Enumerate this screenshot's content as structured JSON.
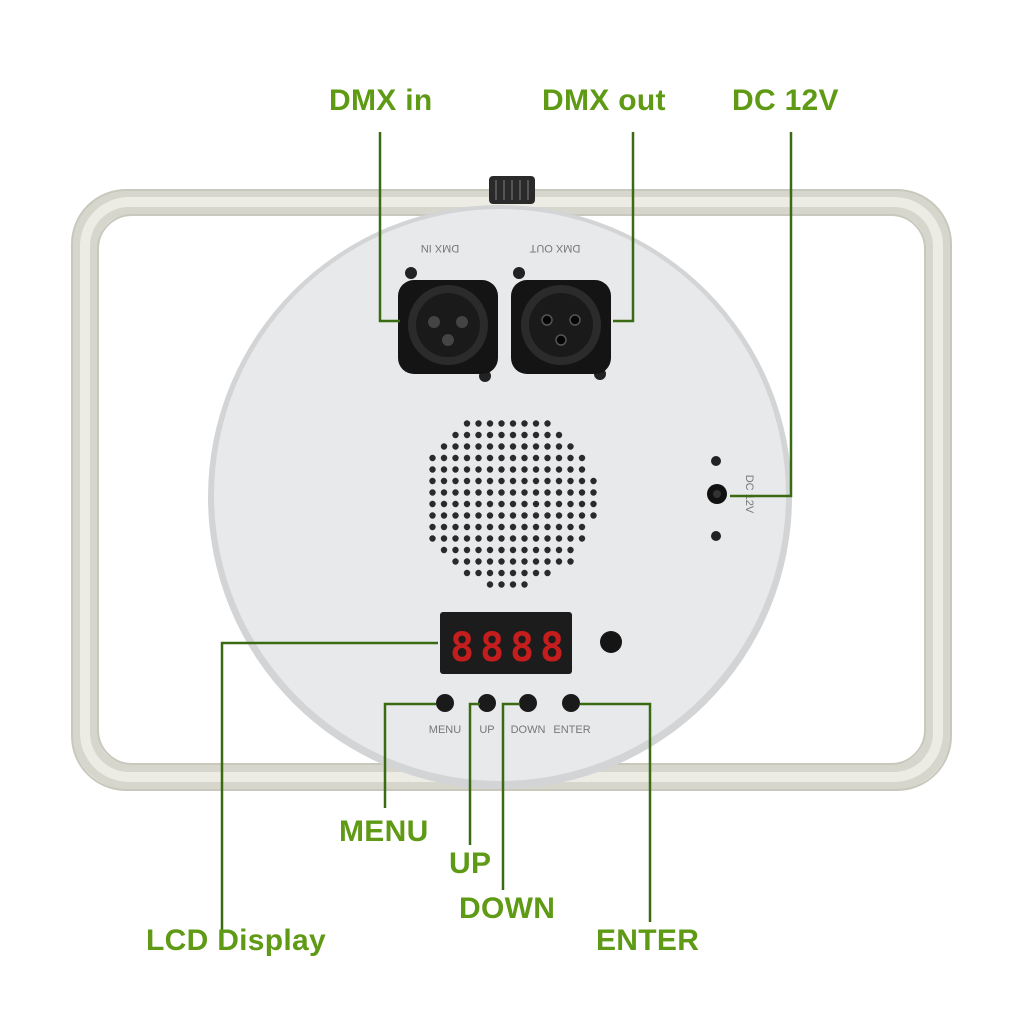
{
  "colors": {
    "callout_text": "#5e9a14",
    "callout_line": "#3a6a12",
    "frame": "#dcdcd2",
    "housing": "#e6e7e9",
    "display_bg": "#1c1c1c",
    "digit": "#c41d1d"
  },
  "callouts": {
    "dmx_in": "DMX in",
    "dmx_out": "DMX out",
    "dc_12v": "DC 12V",
    "menu": "MENU",
    "up": "UP",
    "down": "DOWN",
    "lcd_display": "LCD Display",
    "enter": "ENTER"
  },
  "panel": {
    "dmx_in_print": "DMX IN",
    "dmx_out_print": "DMX OUT",
    "dc_print": "DC 12V",
    "button_prints": [
      "MENU",
      "UP",
      "DOWN",
      "ENTER"
    ],
    "display_digits": [
      "8",
      "8",
      "8",
      "8"
    ]
  }
}
